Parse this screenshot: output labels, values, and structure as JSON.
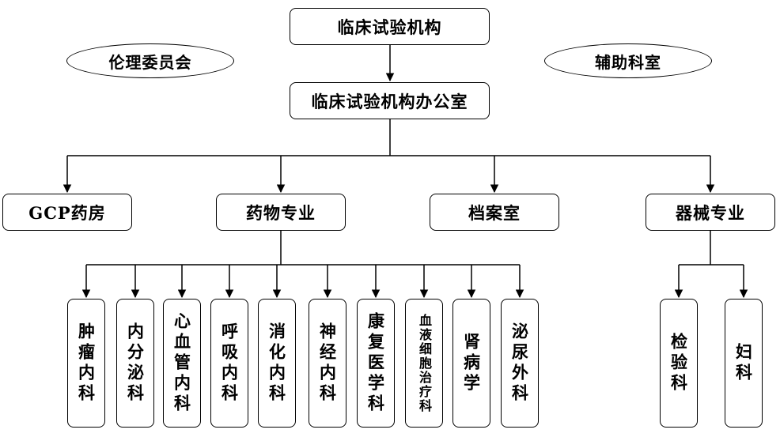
{
  "top": {
    "institution": "临床试验机构",
    "office": "临床试验机构办公室"
  },
  "side": {
    "ethics": "伦理委员会",
    "auxiliary": "辅助科室"
  },
  "level2": {
    "gcp_pharmacy": "GCP药房",
    "drug_specialty": "药物专业",
    "archive_room": "档案室",
    "device_specialty": "器械专业"
  },
  "drug_departments": [
    "肿瘤内科",
    "内分泌科",
    "心血管内科",
    "呼吸内科",
    "消化内科",
    "神经内科",
    "康复医学科",
    "血液细胞治疗科",
    "肾病学",
    "泌尿外科"
  ],
  "device_departments": [
    "检验科",
    "妇科"
  ]
}
